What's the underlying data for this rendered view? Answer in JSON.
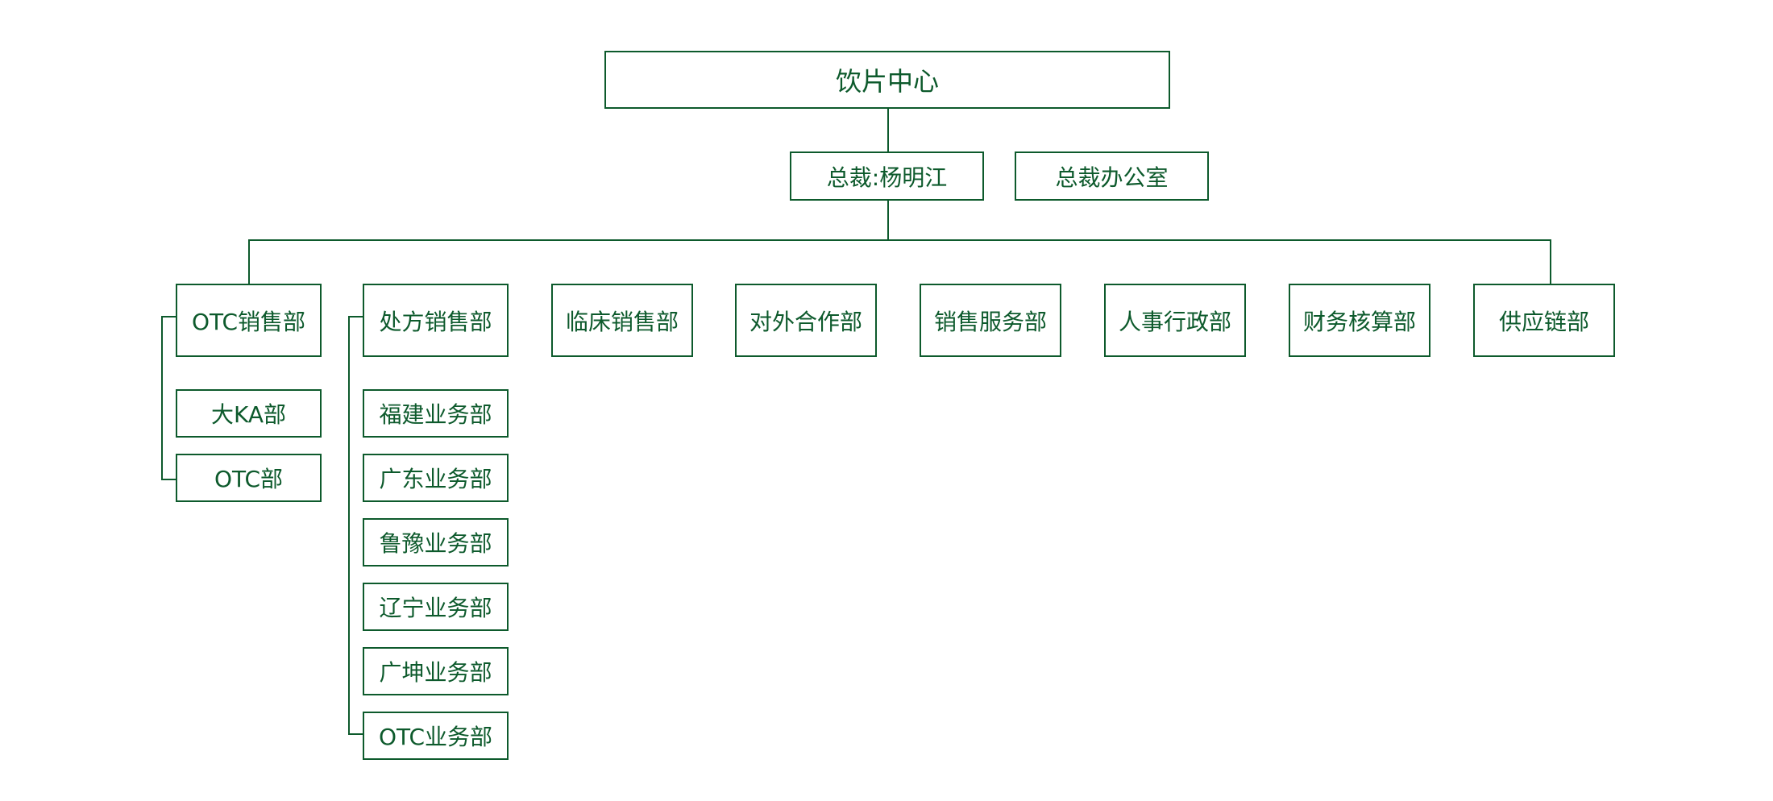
{
  "colors": {
    "accent": "#0d5a2c",
    "background": "#ffffff"
  },
  "root": {
    "label": "饮片中心"
  },
  "president": {
    "label": "总裁:杨明江"
  },
  "president_office": {
    "label": "总裁办公室"
  },
  "departments": [
    {
      "label": "OTC销售部",
      "children": [
        "大KA部",
        "OTC部"
      ]
    },
    {
      "label": "处方销售部",
      "children": [
        "福建业务部",
        "广东业务部",
        "鲁豫业务部",
        "辽宁业务部",
        "广坤业务部",
        "OTC业务部"
      ]
    },
    {
      "label": "临床销售部",
      "children": []
    },
    {
      "label": "对外合作部",
      "children": []
    },
    {
      "label": "销售服务部",
      "children": []
    },
    {
      "label": "人事行政部",
      "children": []
    },
    {
      "label": "财务核算部",
      "children": []
    },
    {
      "label": "供应链部",
      "children": []
    }
  ]
}
